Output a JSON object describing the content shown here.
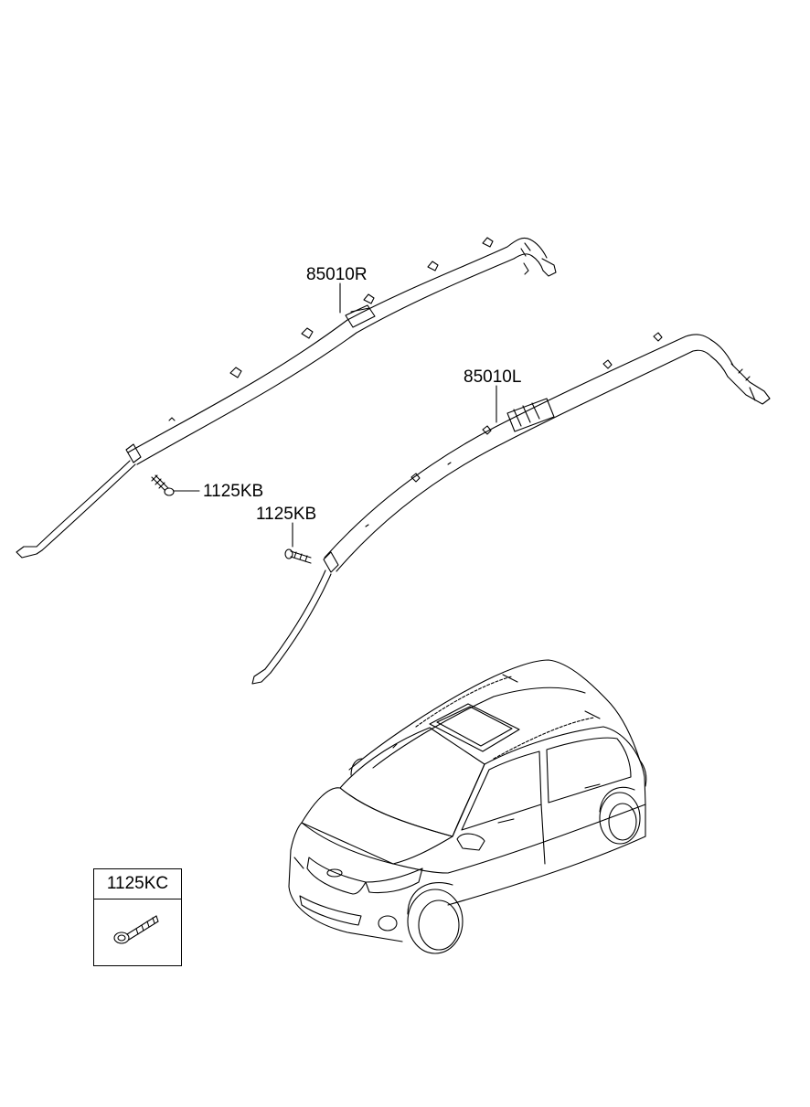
{
  "callouts": {
    "right_airbag": "85010R",
    "left_airbag": "85010L",
    "bolt_right": "1125KB",
    "bolt_left": "1125KB"
  },
  "legend": {
    "part_no": "1125KC",
    "icon": "bolt-icon"
  },
  "icons": {
    "curtain_airbag_right": "curtain-airbag-right-icon",
    "curtain_airbag_left": "curtain-airbag-left-icon",
    "vehicle": "hatchback-car-icon"
  }
}
